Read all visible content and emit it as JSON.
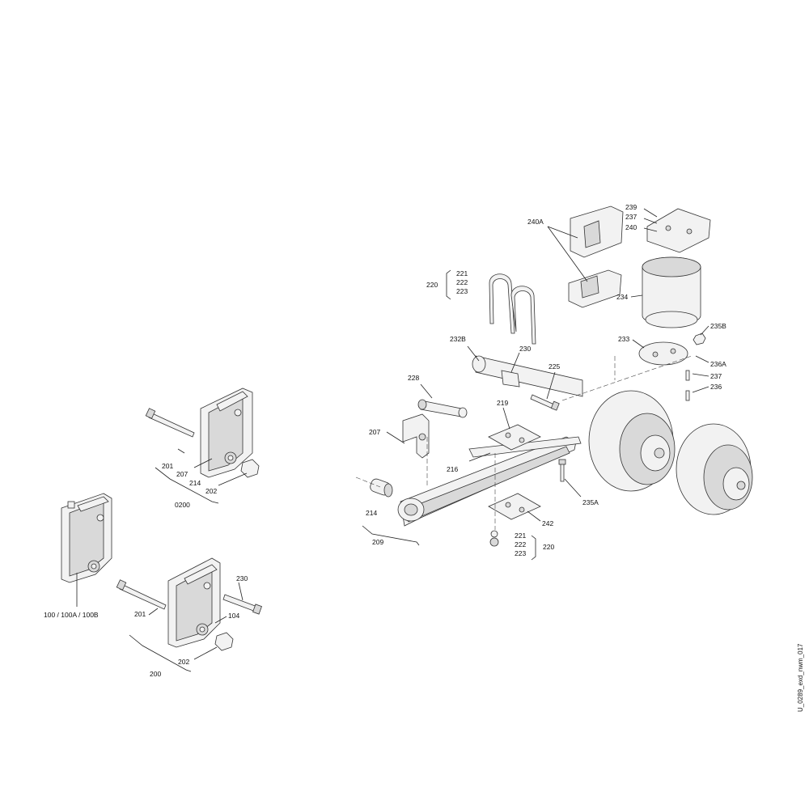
{
  "labels": {
    "l100": "100 / 100A / 100B",
    "l104": "104",
    "l200": "200",
    "l201a": "201",
    "l201b": "201",
    "l202a": "202",
    "l202b": "202",
    "l207a": "207",
    "l207b": "207",
    "l209": "209",
    "l214a": "214",
    "l214b": "214",
    "l216": "216",
    "l219": "219",
    "l220a": "220",
    "l220b": "220",
    "l221a": "221",
    "l222a": "222",
    "l223a": "223",
    "l221b": "221",
    "l222b": "222",
    "l223b": "223",
    "l225": "225",
    "l228": "228",
    "l230a": "230",
    "l230b": "230",
    "l232B": "232B",
    "l233": "233",
    "l234": "234",
    "l235A": "235A",
    "l235B": "235B",
    "l236": "236",
    "l236A": "236A",
    "l237a": "237",
    "l237b": "237",
    "l239": "239",
    "l240": "240",
    "l240A": "240A",
    "l242": "242",
    "l0200": "0200"
  },
  "drawing_code": "U_0289_exd_nwm_017"
}
